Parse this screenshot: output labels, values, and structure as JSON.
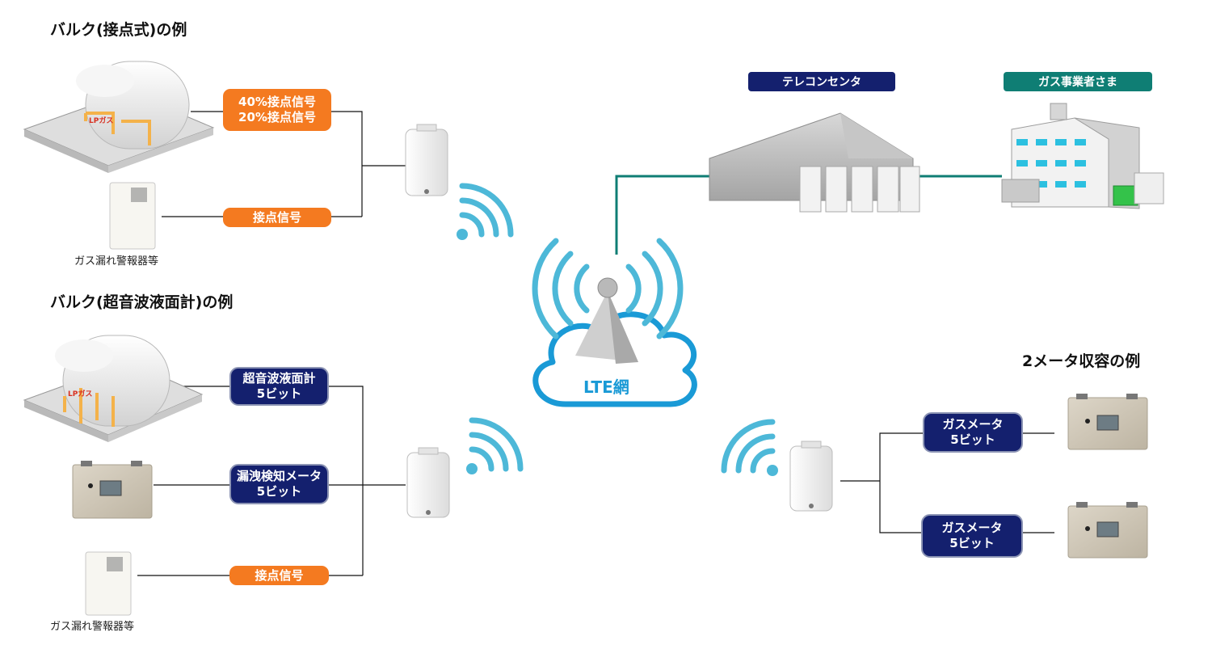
{
  "section_titles": {
    "bulk_contact": "バルク(接点式)の例",
    "bulk_ultrasonic": "バルク(超音波液面計)の例",
    "two_meter": "2メータ収容の例"
  },
  "labels": {
    "contact_levels": [
      "40%接点信号",
      "20%接点信号"
    ],
    "contact_signal_1": "接点信号",
    "ultrasonic": [
      "超音波液面計",
      "5ビット"
    ],
    "leak_meter": [
      "漏洩検知メータ",
      "5ビット"
    ],
    "contact_signal_2": "接点信号",
    "gas_meter_1": [
      "ガスメータ",
      "5ビット"
    ],
    "gas_meter_2": [
      "ガスメータ",
      "5ビット"
    ]
  },
  "captions": {
    "alarm_1": "ガス漏れ警報器等",
    "alarm_2": "ガス漏れ警報器等",
    "lp_tank_mark": "LPガス"
  },
  "network": {
    "cloud_label": "LTE網",
    "telecon_center": "テレコンセンタ",
    "gas_company": "ガス事業者さま"
  },
  "colors": {
    "orange": "#f47a20",
    "navy": "#14206e",
    "teal": "#0f7e74",
    "sky": "#1a9ad6",
    "wave": "#4db8d8",
    "line": "#111111"
  }
}
